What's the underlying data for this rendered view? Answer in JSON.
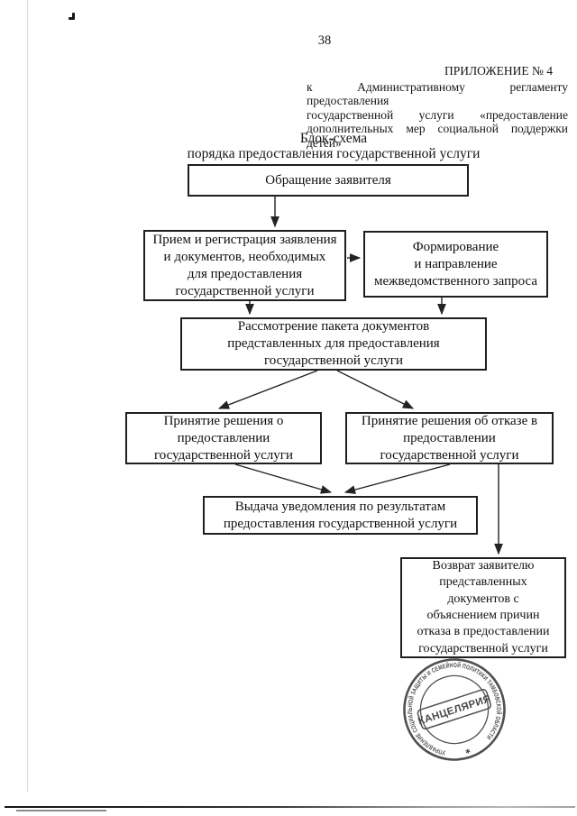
{
  "document": {
    "page_number": "38",
    "appendix_title": "ПРИЛОЖЕНИЕ № 4",
    "appendix_lines": [
      "к Административному регламенту предоставления",
      "государственной услуги «предоставление",
      "дополнительных мер социальной поддержки",
      "детей»"
    ],
    "scheme_title_line1": "Блок-схема",
    "scheme_title_line2": "порядка предоставления государственной услуги"
  },
  "flowchart": {
    "boxes": {
      "application": "Обращение заявителя",
      "reception": "Прием и регистрация заявления\nи документов, необходимых\nдля предоставления\nгосударственной услуги",
      "request": "Формирование\nи направление\nмежведомственного запроса",
      "review": "Рассмотрение пакета документов\nпредставленных для предоставления\nгосударственной услуги",
      "decision_grant": "Принятие решения о\nпредоставлении\nгосударственной услуги",
      "decision_refuse": "Принятие решения об отказе в\nпредоставлении\nгосударственной услуги",
      "notice": "Выдача уведомления по результатам\nпредоставления государственной услуги",
      "return_docs": "Возврат заявителю\nпредставленных\nдокументов с\nобъяснением причин\nотказа в предоставлении\nгосударственной услуги"
    }
  },
  "stamp": {
    "center_label": "КАНЦЕЛЯРИЯ",
    "ring_label": "УПРАВЛЕНИЕ СОЦИАЛЬНОЙ ЗАЩИТЫ И СЕМЕЙНОЙ ПОЛИТИКИ ТАМБОВСКОЙ ОБЛАСТИ",
    "separator": "✱"
  },
  "colors": {
    "ink": "#1f1f1f",
    "stamp_ink": "#383838"
  }
}
